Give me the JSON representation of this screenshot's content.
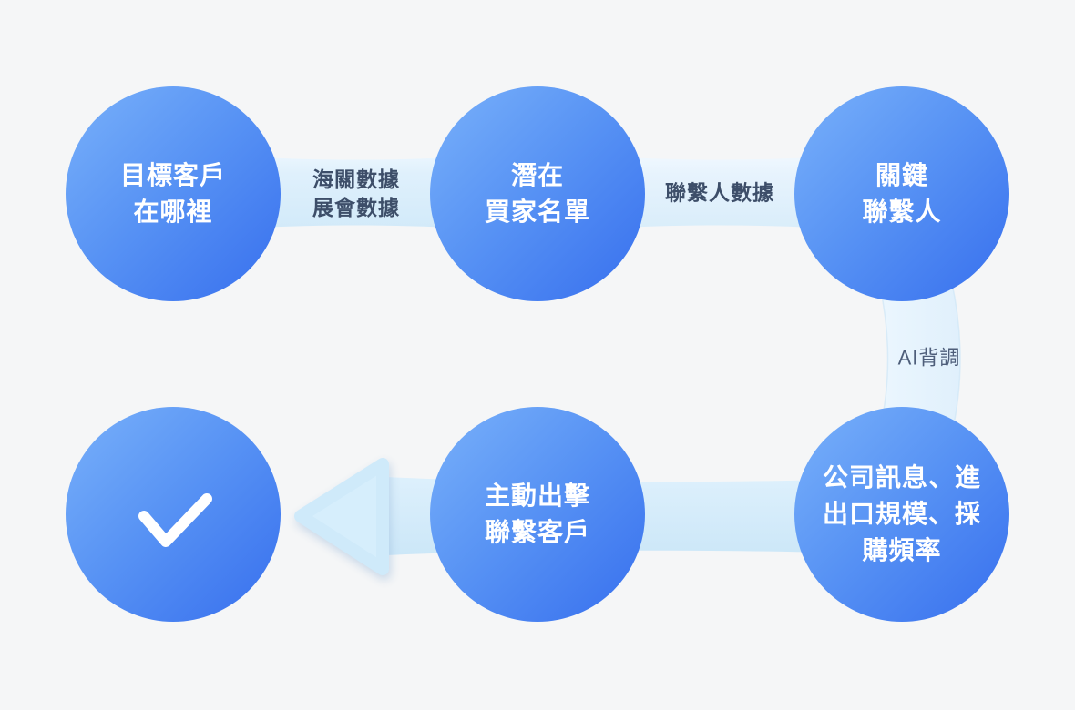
{
  "diagram": {
    "language": "zh-TW",
    "nodes": [
      {
        "id": "target-customers",
        "lines": [
          "目標客戶",
          "在哪裡"
        ]
      },
      {
        "id": "potential-buyers",
        "lines": [
          "潛在",
          "買家名單"
        ]
      },
      {
        "id": "key-contacts",
        "lines": [
          "關鍵",
          "聯繫人"
        ]
      },
      {
        "id": "company-info",
        "lines": [
          "公司訊息、進",
          "出口規模、採",
          "購頻率"
        ]
      },
      {
        "id": "outreach",
        "lines": [
          "主動出擊",
          "聯繫客戶"
        ]
      },
      {
        "id": "done",
        "icon": "checkmark"
      }
    ],
    "connectors": [
      {
        "id": "customs-exhibition-data",
        "lines": [
          "海關數據",
          "展會數據"
        ]
      },
      {
        "id": "contact-data",
        "lines": [
          "聯繫人數據"
        ]
      },
      {
        "id": "ai-background-check",
        "lines": [
          "AI背調"
        ]
      }
    ]
  },
  "colors": {
    "background": "#F5F6F7",
    "circle_gradient_start": "#79B1FA",
    "circle_gradient_end": "#376FEE",
    "band_fill_light": "#E9F5FD",
    "band_fill_deep": "#CDE7F8",
    "arrow_fill": "#D6EEFC",
    "connector_text": "#3D4E69",
    "ai_text": "#4E5E7A",
    "circle_text": "#FFFFFF",
    "checkmark": "#FFFFFF"
  }
}
